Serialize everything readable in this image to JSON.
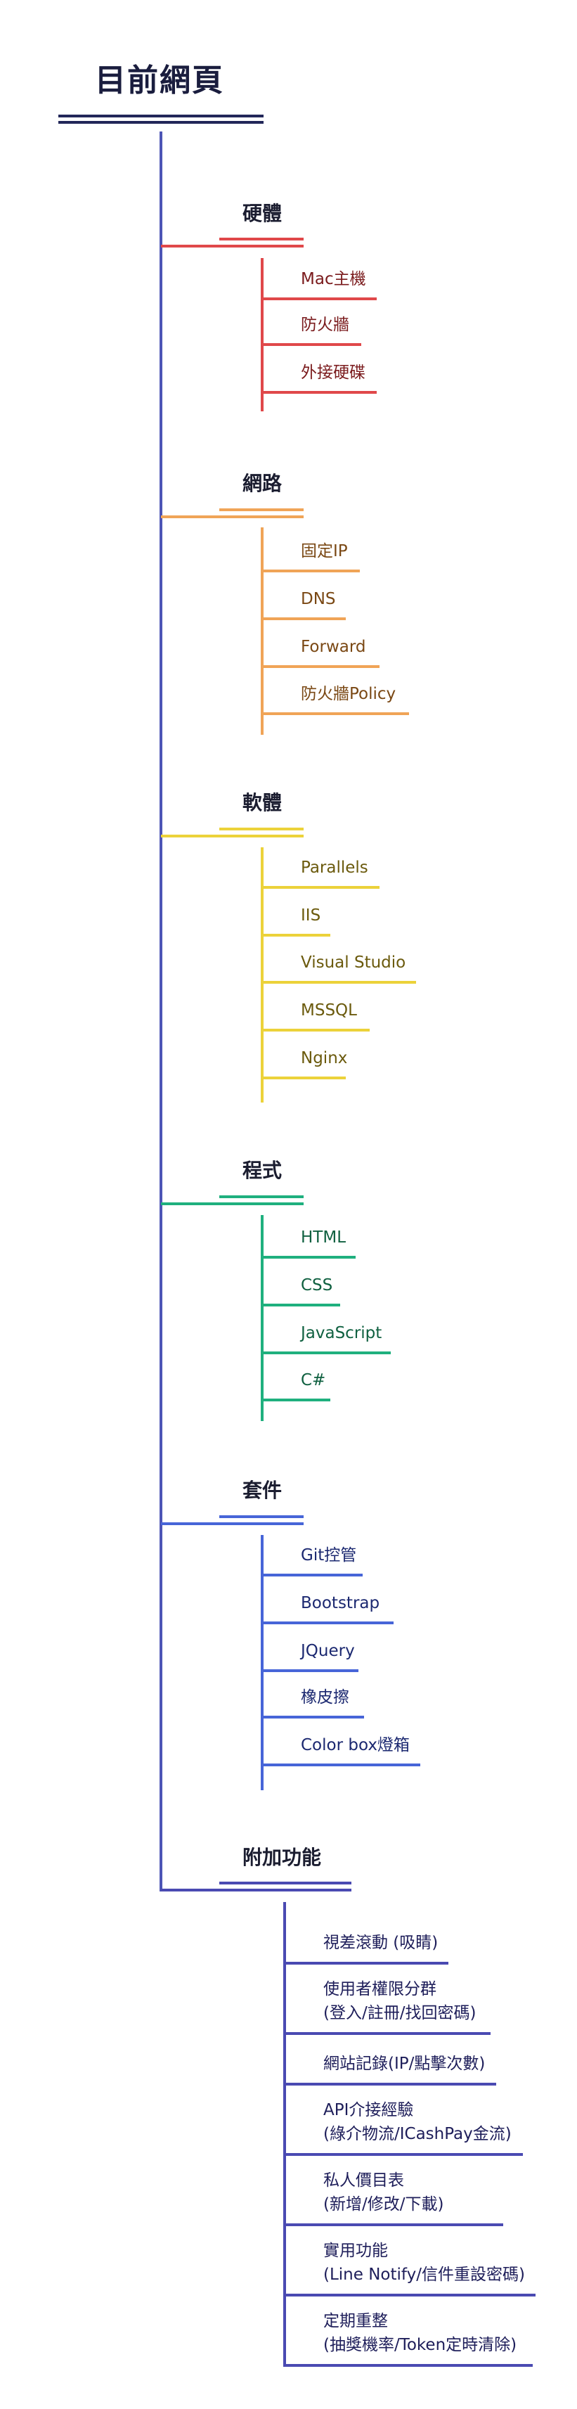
{
  "title": "目前網頁",
  "colors": {
    "spine": "#4d55b6",
    "title_underline": "#222759"
  },
  "sections": [
    {
      "title": "硬體",
      "line_color": "#e0484a",
      "text_color": "#7a1a1c",
      "items": [
        "Mac主機",
        "防火牆",
        "外接硬碟"
      ]
    },
    {
      "title": "網路",
      "line_color": "#f0a457",
      "text_color": "#7a4814",
      "items": [
        "固定IP",
        "DNS",
        "Forward",
        "防火牆Policy"
      ]
    },
    {
      "title": "軟體",
      "line_color": "#ecd23a",
      "text_color": "#6b5a0d",
      "items": [
        "Parallels",
        "IIS",
        "Visual Studio",
        "MSSQL",
        "Nginx"
      ]
    },
    {
      "title": "程式",
      "line_color": "#1fb07e",
      "text_color": "#0f6040",
      "items": [
        "HTML",
        "CSS",
        "JavaScript",
        "C#"
      ]
    },
    {
      "title": "套件",
      "line_color": "#4765d8",
      "text_color": "#1b2870",
      "items": [
        "Git控管",
        "Bootstrap",
        "JQuery",
        "橡皮擦",
        "Color box燈箱"
      ]
    },
    {
      "title": "附加功能",
      "line_color": "#4a4ab2",
      "text_color": "#1e1e5a",
      "items": [
        [
          "視差滾動 (吸睛)"
        ],
        [
          "使用者權限分群",
          "(登入/註冊/找回密碼)"
        ],
        [
          "網站記錄(IP/點擊次數)"
        ],
        [
          "API介接經驗",
          "(綠介物流/ICashPay金流)"
        ],
        [
          "私人價目表",
          "(新增/修改/下載)"
        ],
        [
          "實用功能",
          "(Line Notify/信件重設密碼)"
        ],
        [
          "定期重整",
          "(抽獎機率/Token定時清除)"
        ]
      ]
    }
  ]
}
